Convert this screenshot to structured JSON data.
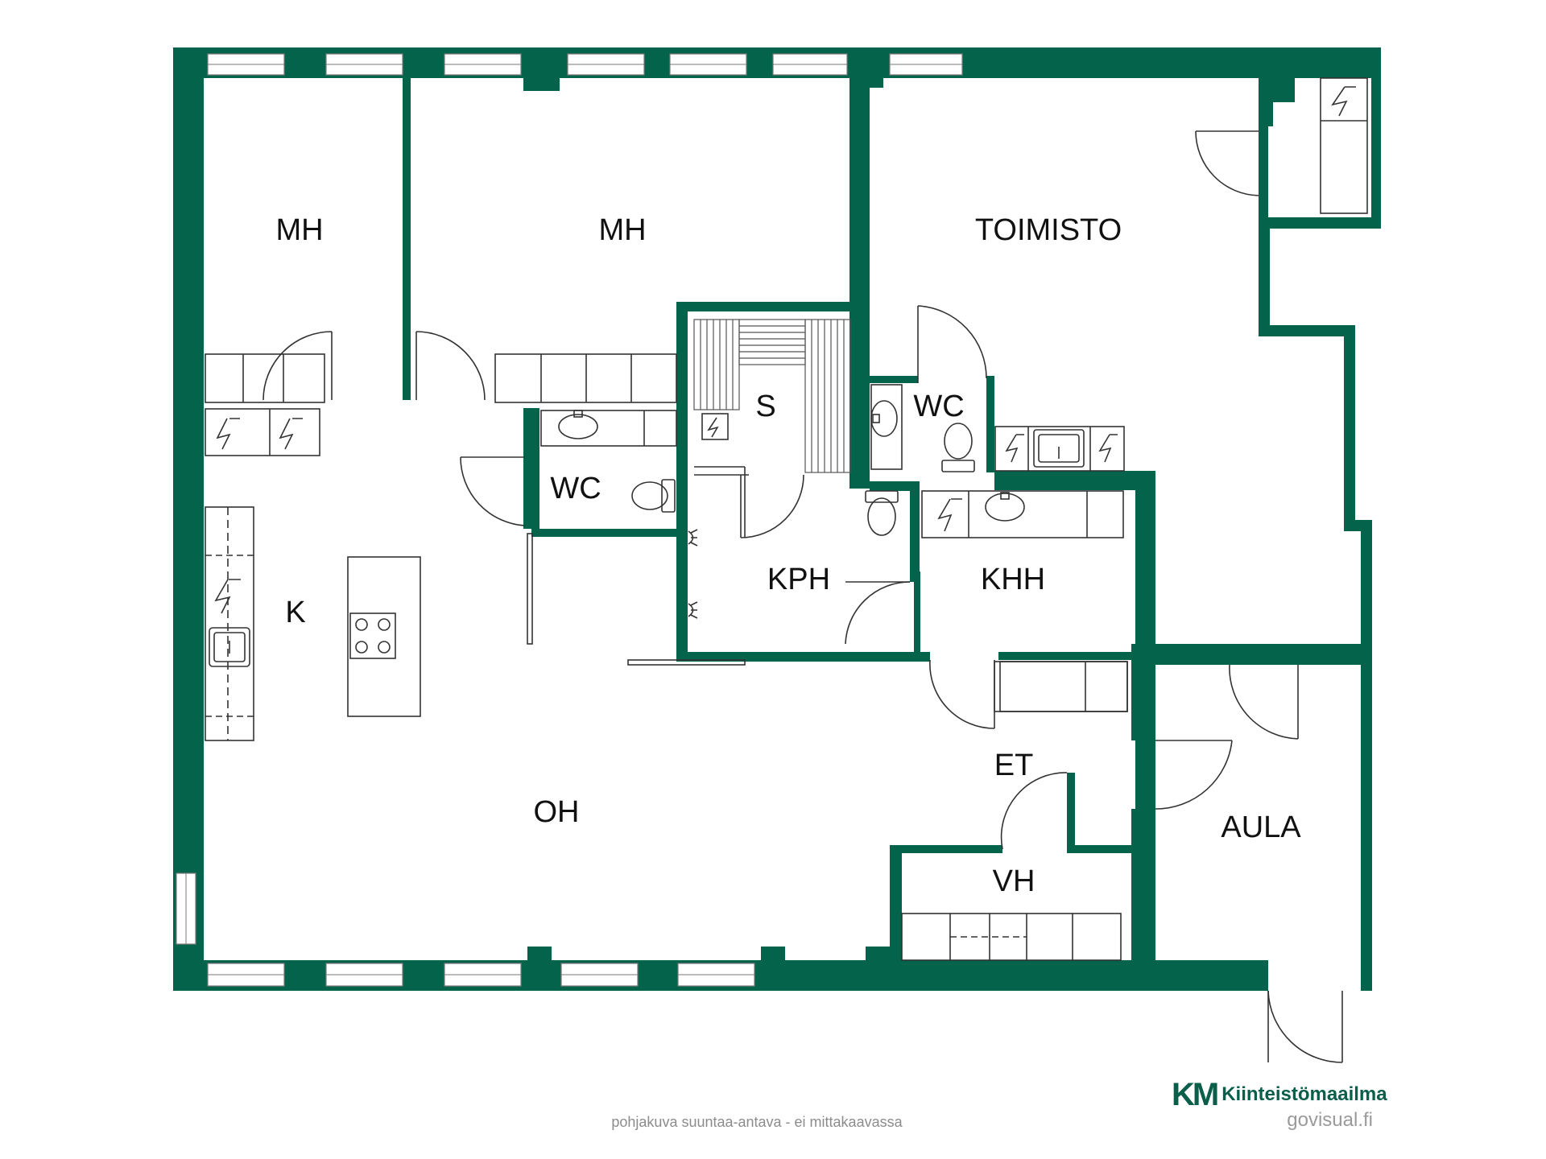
{
  "colors": {
    "wall": "#03634b",
    "brand_k": "#0b5e4a",
    "brand_m": "#2ec27e",
    "background": "#ffffff"
  },
  "rooms": {
    "mh_left": "MH",
    "mh_right": "MH",
    "toimisto": "TOIMISTO",
    "sauna": "S",
    "wc_left": "WC",
    "wc_right": "WC",
    "kitchen": "K",
    "kph": "KPH",
    "khh": "KHH",
    "et": "ET",
    "oh": "OH",
    "aula": "AULA",
    "vh": "VH"
  },
  "icons": [
    "power-outlet-icon",
    "sink-icon",
    "toilet-icon",
    "stove-icon",
    "shower-icon",
    "door-swing-icon",
    "window-icon"
  ],
  "brand": {
    "logo": "KM",
    "name": "Kiinteistömaailma"
  },
  "footer": {
    "disclaimer": "pohjakuva suuntaa-antava - ei mittakaavassa",
    "credit": "govisual.fi"
  }
}
